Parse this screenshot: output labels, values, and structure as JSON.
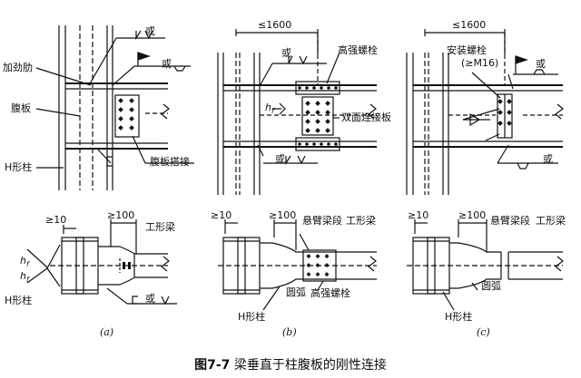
{
  "labels": {
    "stiffener": "加劲肋",
    "web": "腹板",
    "h_column": "H形柱",
    "web_lap": "腹板搭接",
    "or": "或",
    "limit_1600": "≤1600",
    "limit_10": "≥10",
    "limit_100": "≥100",
    "hs_bolt": "高强螺栓",
    "double_plate": "双面连接板",
    "install_bolt": "安装螺栓",
    "bolt_spec": "(≥M16)",
    "i_beam": "工形梁",
    "cantilever": "悬臂梁段",
    "arc": "圆弧",
    "hf": "h",
    "hf_sub": "f"
  },
  "subfigures": [
    "(a)",
    "(b)",
    "(c)"
  ],
  "caption": {
    "number": "图7-7",
    "title": "梁垂直于柱腹板的刚性连接"
  }
}
